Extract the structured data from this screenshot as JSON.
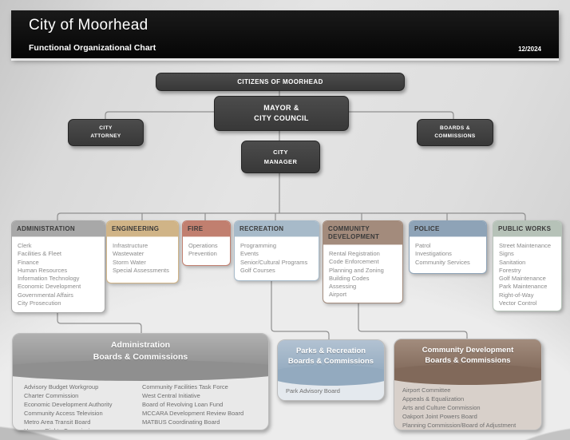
{
  "header": {
    "title": "City of Moorhead",
    "subtitle": "Functional Organizational Chart",
    "date": "12/2024"
  },
  "nodes": {
    "citizens": "CITIZENS OF MOORHEAD",
    "mayor": "MAYOR &\nCITY COUNCIL",
    "attorney": "CITY\nATTORNEY",
    "boards": "BOARDS &\nCOMMISSIONS",
    "manager": "CITY\nMANAGER"
  },
  "departments": [
    {
      "title": "ADMINISTRATION",
      "color": "#a8a8a8",
      "items": [
        "Clerk",
        "Facilities & Fleet",
        "Finance",
        "Human Resources",
        "Information Technology",
        "Economic Development",
        "Governmental Affairs",
        "City Prosecution"
      ]
    },
    {
      "title": "ENGINEERING",
      "color": "#d0b487",
      "items": [
        "Infrastructure",
        "Wastewater",
        "Storm Water",
        "Special Assessments"
      ]
    },
    {
      "title": "FIRE",
      "color": "#c17f6f",
      "items": [
        "Operations",
        "Prevention"
      ]
    },
    {
      "title": "RECREATION",
      "color": "#a7bac9",
      "items": [
        "Programming",
        "Events",
        "Senior/Cultural Programs",
        "Golf Courses"
      ]
    },
    {
      "title": "COMMUNITY DEVELOPMENT",
      "color": "#a38b7c",
      "items": [
        "Rental Registration",
        "Code Enforcement",
        "Planning and Zoning",
        "Building Codes",
        "Assessing",
        "Airport"
      ]
    },
    {
      "title": "POLICE",
      "color": "#8ea3b7",
      "items": [
        "Patrol",
        "Investigations",
        "Community Services"
      ]
    },
    {
      "title": "PUBLIC WORKS",
      "color": "#b6c2b8",
      "items": [
        "Street Maintenance",
        "Signs",
        "Sanitation",
        "Forestry",
        "Golf Maintenance",
        "Park Maintenance",
        "Right-of-Way",
        "Vector Control"
      ]
    }
  ],
  "boards": [
    {
      "title": "Administration\nBoards  & Commissions",
      "header_top": "#b0b0b0",
      "header_bottom": "#8f8f8f",
      "body": "#e9e9e9",
      "columns": [
        [
          "Advisory Budget Workgroup",
          "Charter Commission",
          "Economic Development Authority",
          "Community Access Television",
          "Metro Area Transit Board",
          "Human Rights Commission"
        ],
        [
          "Community Facilities Task Force",
          "West Central Initiative",
          "Board of Revolving Loan Fund",
          "MCCARA Development Review Board",
          "MATBUS Coordinating Board"
        ]
      ]
    },
    {
      "title": "Parks & Recreation\nBoards  & Commissions",
      "header_top": "#b2c2d2",
      "header_bottom": "#93aabf",
      "body": "#e4e9ee",
      "items": [
        "Park Advisory Board"
      ]
    },
    {
      "title": "Community Development\nBoards  & Commissions",
      "header_top": "#a28c7d",
      "header_bottom": "#81695a",
      "body": "#d8d0ca",
      "items": [
        "Airport Committee",
        "Appeals & Equalization",
        "Arts and Culture Commission",
        "Oakport Joint Powers Board",
        "Planning Commission/Board of Adjustment"
      ]
    }
  ]
}
